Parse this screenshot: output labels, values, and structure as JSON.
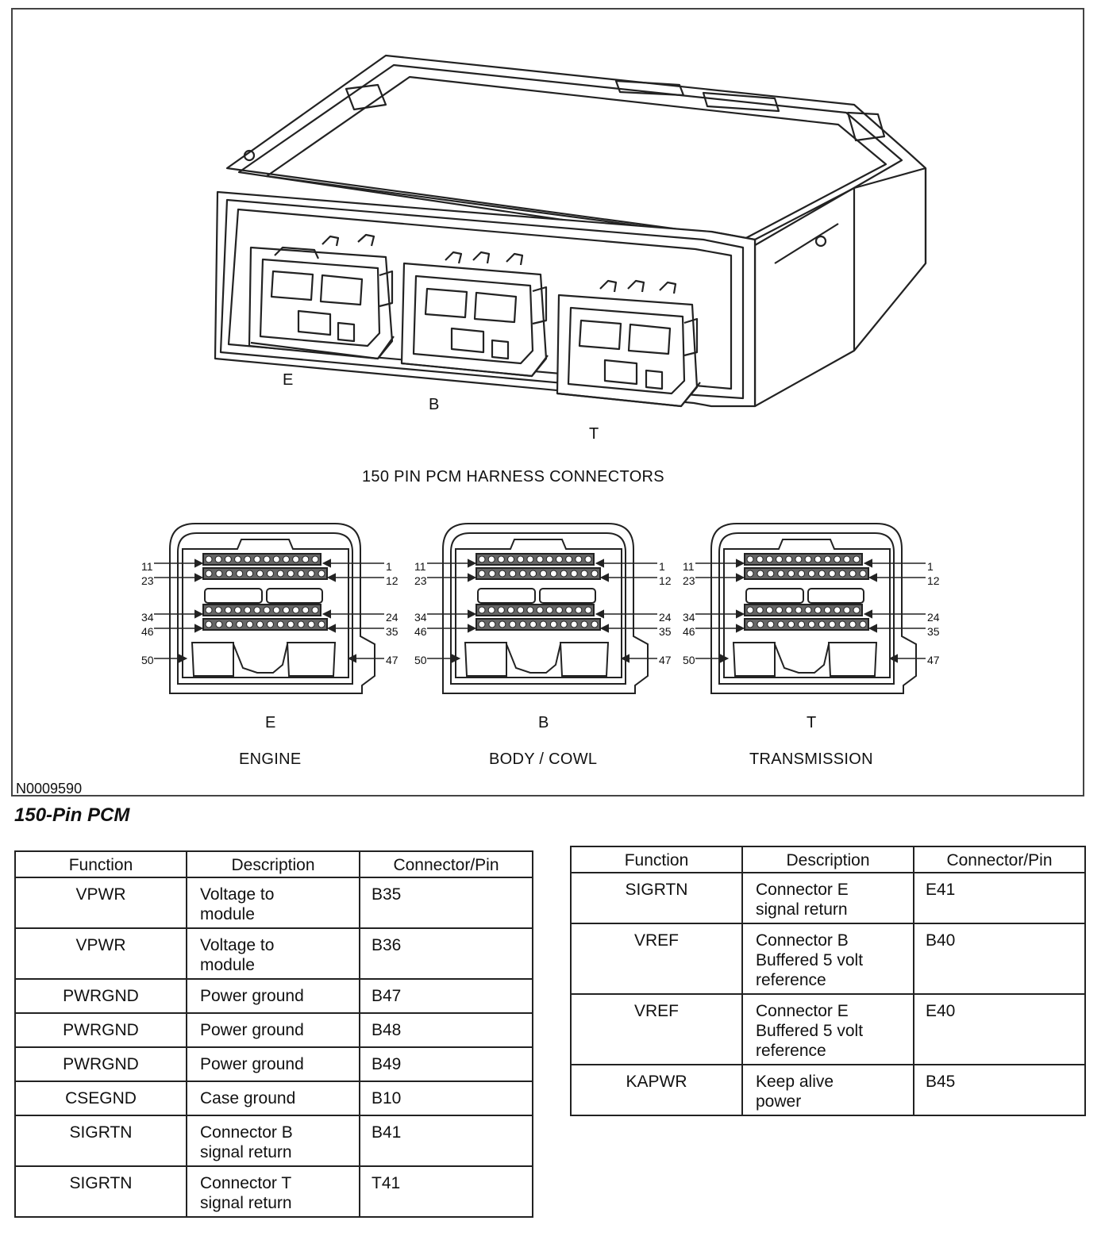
{
  "figure": {
    "caption": "150 PIN PCM HARNESS CONNECTORS",
    "figure_id": "N0009590",
    "module_connector_letters": [
      "E",
      "B",
      "T"
    ],
    "connectors": [
      {
        "letter": "E",
        "name": "ENGINE"
      },
      {
        "letter": "B",
        "name": "BODY / COWL"
      },
      {
        "letter": "T",
        "name": "TRANSMISSION"
      }
    ],
    "pin_labels": {
      "left": [
        "11",
        "23",
        "34",
        "46",
        "50"
      ],
      "right": [
        "1",
        "12",
        "24",
        "35",
        "47"
      ]
    }
  },
  "section_title": "150-Pin PCM",
  "table_headers": [
    "Function",
    "Description",
    "Connector/Pin"
  ],
  "table_left": [
    {
      "function": "VPWR",
      "description": [
        "Voltage to",
        "module"
      ],
      "pin": "B35"
    },
    {
      "function": "VPWR",
      "description": [
        "Voltage to",
        "module"
      ],
      "pin": "B36"
    },
    {
      "function": "PWRGND",
      "description": [
        "Power ground"
      ],
      "pin": "B47"
    },
    {
      "function": "PWRGND",
      "description": [
        "Power ground"
      ],
      "pin": "B48"
    },
    {
      "function": "PWRGND",
      "description": [
        "Power ground"
      ],
      "pin": "B49"
    },
    {
      "function": "CSEGND",
      "description": [
        "Case ground"
      ],
      "pin": "B10"
    },
    {
      "function": "SIGRTN",
      "description": [
        "Connector B",
        "signal return"
      ],
      "pin": "B41"
    },
    {
      "function": "SIGRTN",
      "description": [
        "Connector T",
        "signal return"
      ],
      "pin": "T41"
    }
  ],
  "table_right": [
    {
      "function": "SIGRTN",
      "description": [
        "Connector E",
        "signal return"
      ],
      "pin": "E41"
    },
    {
      "function": "VREF",
      "description": [
        "Connector B",
        "Buffered 5 volt",
        "reference"
      ],
      "pin": "B40"
    },
    {
      "function": "VREF",
      "description": [
        "Connector E",
        "Buffered 5 volt",
        "reference"
      ],
      "pin": "E40"
    },
    {
      "function": "KAPWR",
      "description": [
        "Keep alive",
        "power"
      ],
      "pin": "B45"
    }
  ]
}
